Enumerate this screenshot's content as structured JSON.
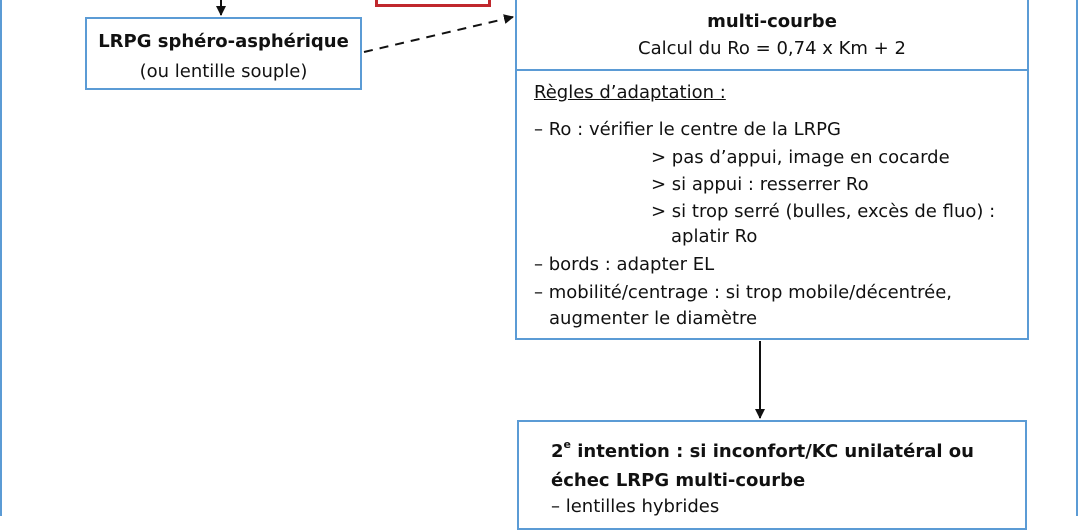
{
  "colors": {
    "border": "#5b9bd5",
    "red_box": "#c0282d",
    "arrow": "#111111"
  },
  "left_box": {
    "title": "LRPG sphéro-asphérique",
    "subtitle": "(ou lentille souple)"
  },
  "top_box": {
    "title": "multi-courbe",
    "formula": "Calcul du Ro = 0,74 x Km + 2"
  },
  "rules": {
    "heading": "Règles d’adaptation :",
    "ro_line": "– Ro : vérifier le centre de la LRPG",
    "sub1": "> pas d’appui, image en cocarde",
    "sub2": "> si appui : resserrer Ro",
    "sub3a": "> si trop serré (bulles, excès de fluo) :",
    "sub3b": "aplatir Ro",
    "bords": "– bords : adapter EL",
    "mobilite_a": "– mobilité/centrage : si trop mobile/décentrée,",
    "mobilite_b": "augmenter le diamètre"
  },
  "second": {
    "num": "2",
    "sup": "e",
    "line1": " intention : si inconfort/KC unilatéral ou",
    "line2": "échec LRPG multi-courbe",
    "line3": "– lentilles hybrides"
  }
}
